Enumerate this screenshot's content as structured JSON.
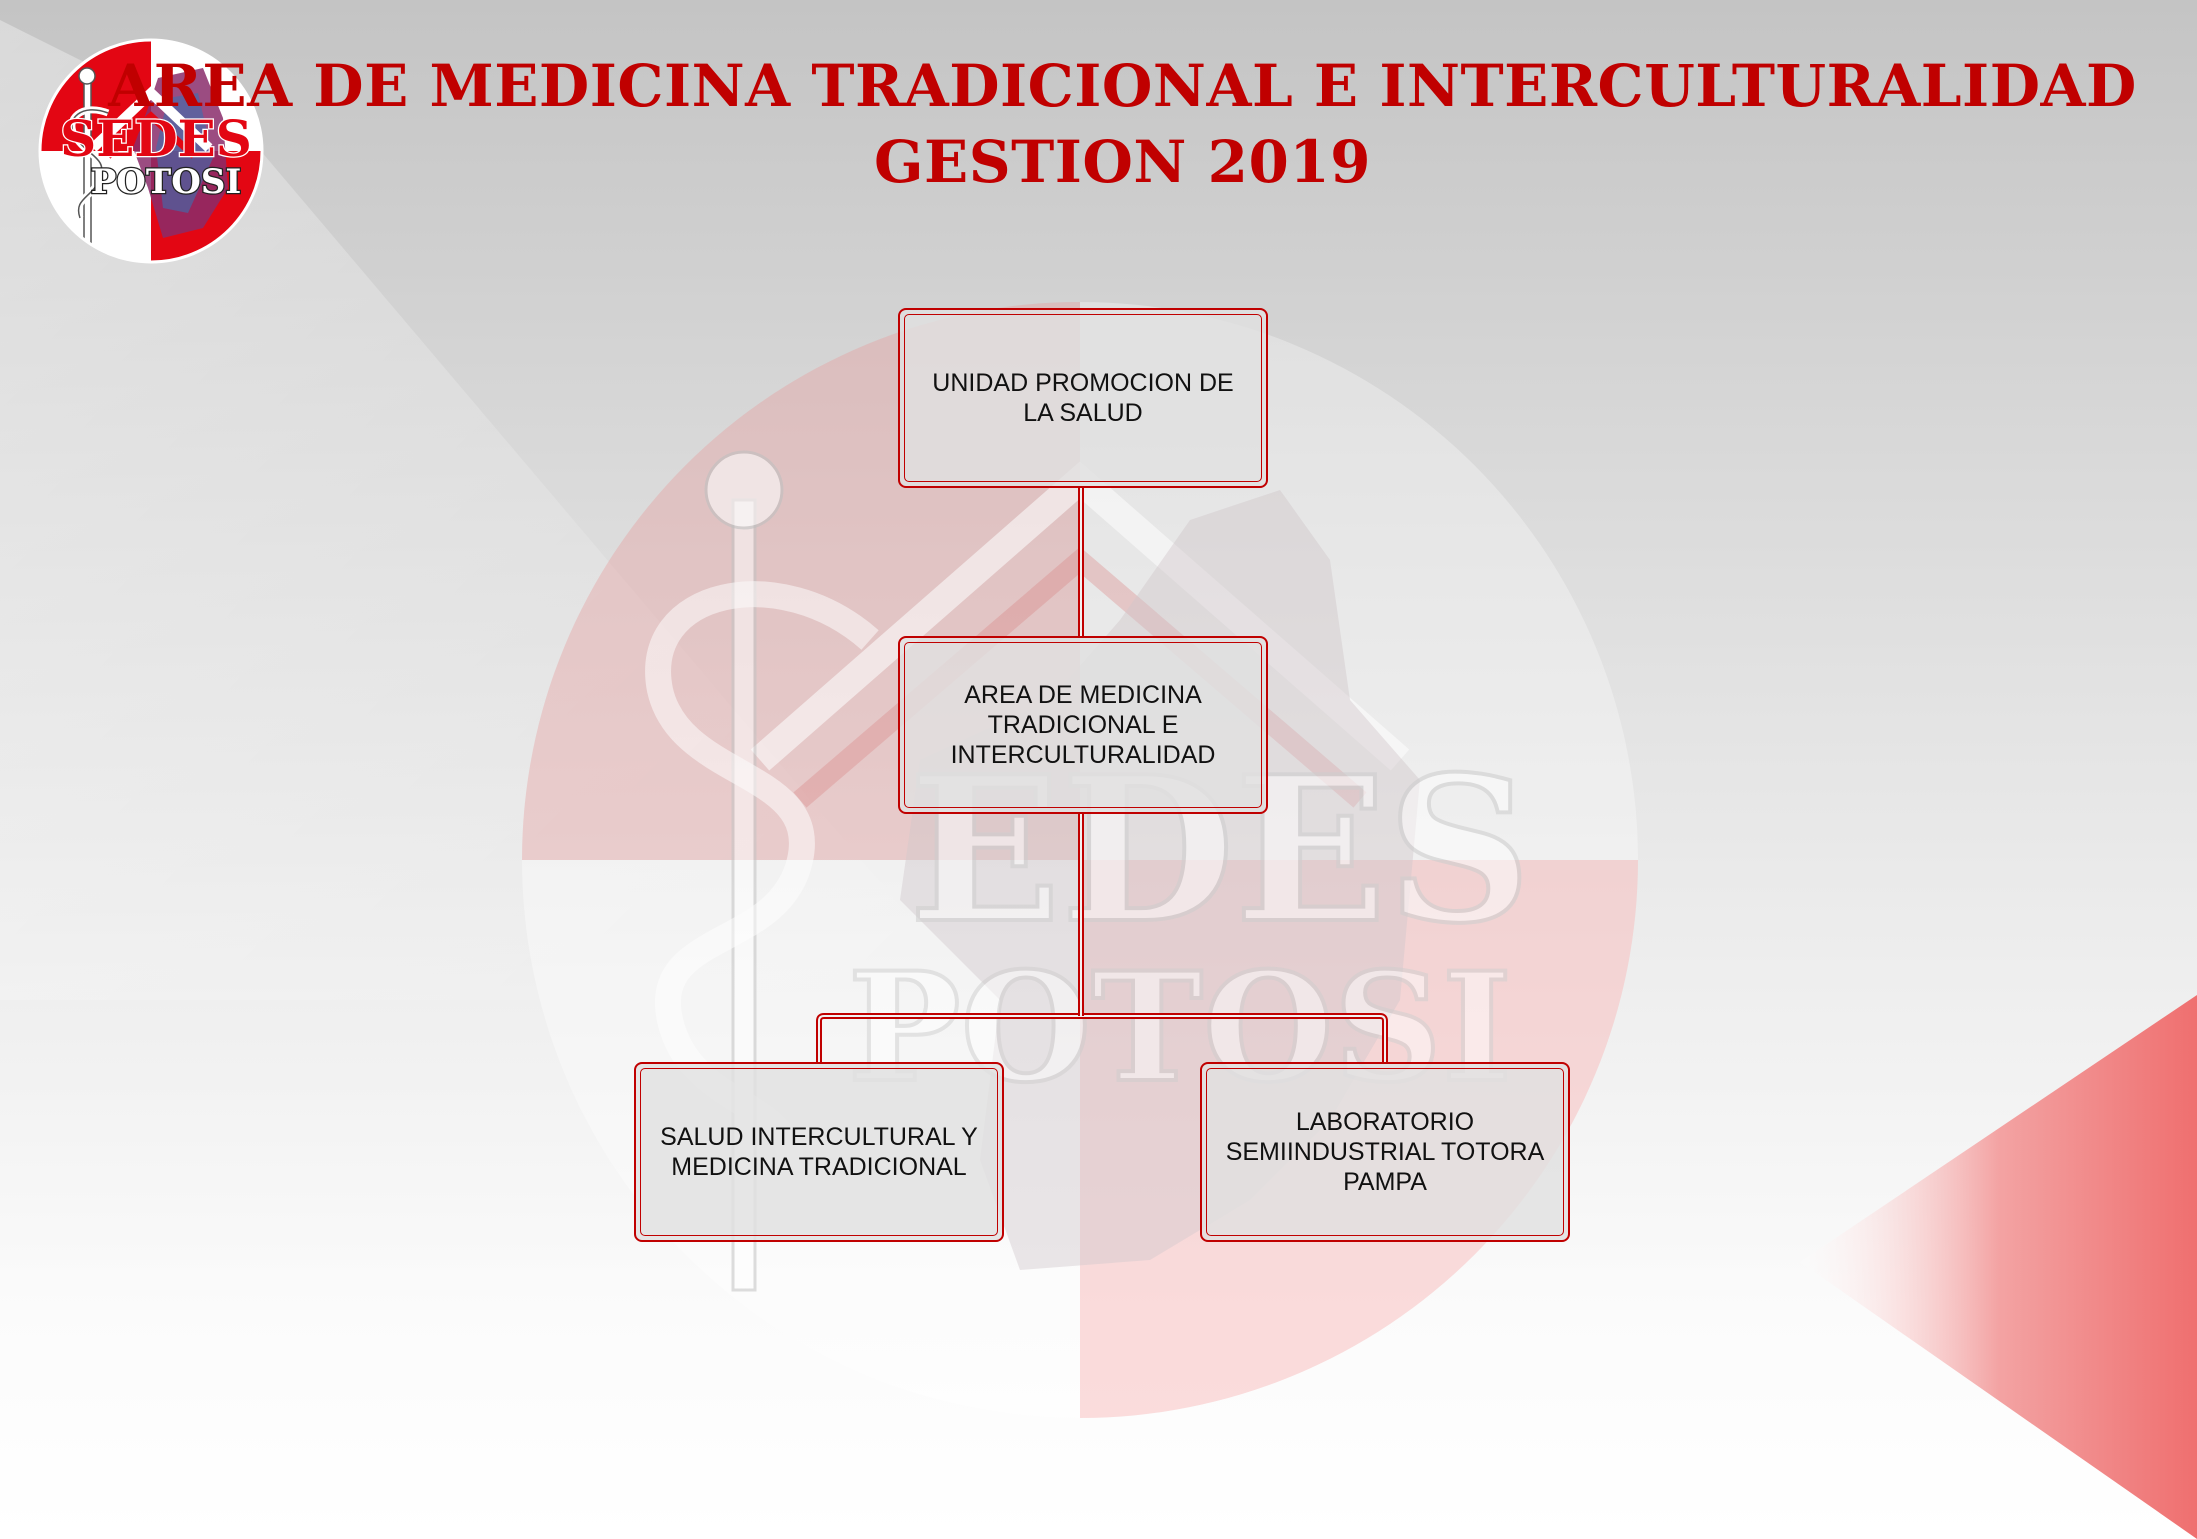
{
  "header": {
    "title_line1": "AREA DE MEDICINA TRADICIONAL E INTERCULTURALIDAD",
    "title_line2": "GESTION 2019"
  },
  "logo": {
    "text_top": "SEDES",
    "text_bottom": "POTOSI"
  },
  "org_chart": {
    "nodes": [
      {
        "id": "n1",
        "label": "UNIDAD PROMOCION DE LA SALUD"
      },
      {
        "id": "n2",
        "label": "AREA DE MEDICINA TRADICIONAL E INTERCULTURALIDAD"
      },
      {
        "id": "n3",
        "label": "SALUD INTERCULTURAL Y MEDICINA TRADICIONAL"
      },
      {
        "id": "n4",
        "label": "LABORATORIO SEMIINDUSTRIAL TOTORA PAMPA"
      }
    ],
    "edges": [
      {
        "from": "n1",
        "to": "n2"
      },
      {
        "from": "n2",
        "to": "n3"
      },
      {
        "from": "n2",
        "to": "n4"
      }
    ]
  },
  "colors": {
    "accent": "#c00000",
    "box_fill": "#e0e0e0"
  }
}
